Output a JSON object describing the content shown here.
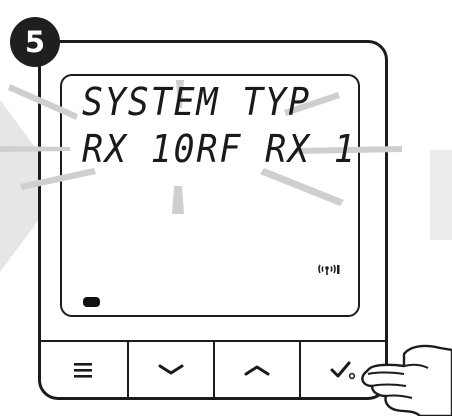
{
  "step": {
    "number": "5"
  },
  "display": {
    "line1": "SYSTEM TYP",
    "line2": "RX 10RF RX 1"
  },
  "buttons": [
    {
      "name": "menu",
      "icon": "menu-icon"
    },
    {
      "name": "down",
      "icon": "chevron-down-icon"
    },
    {
      "name": "up",
      "icon": "chevron-up-icon"
    },
    {
      "name": "confirm",
      "icon": "checkmark-icon"
    }
  ],
  "colors": {
    "outline": "#1c1c1c",
    "arrow_grey": "#e8e8e8",
    "glow_grey": "#cfcfcf"
  }
}
